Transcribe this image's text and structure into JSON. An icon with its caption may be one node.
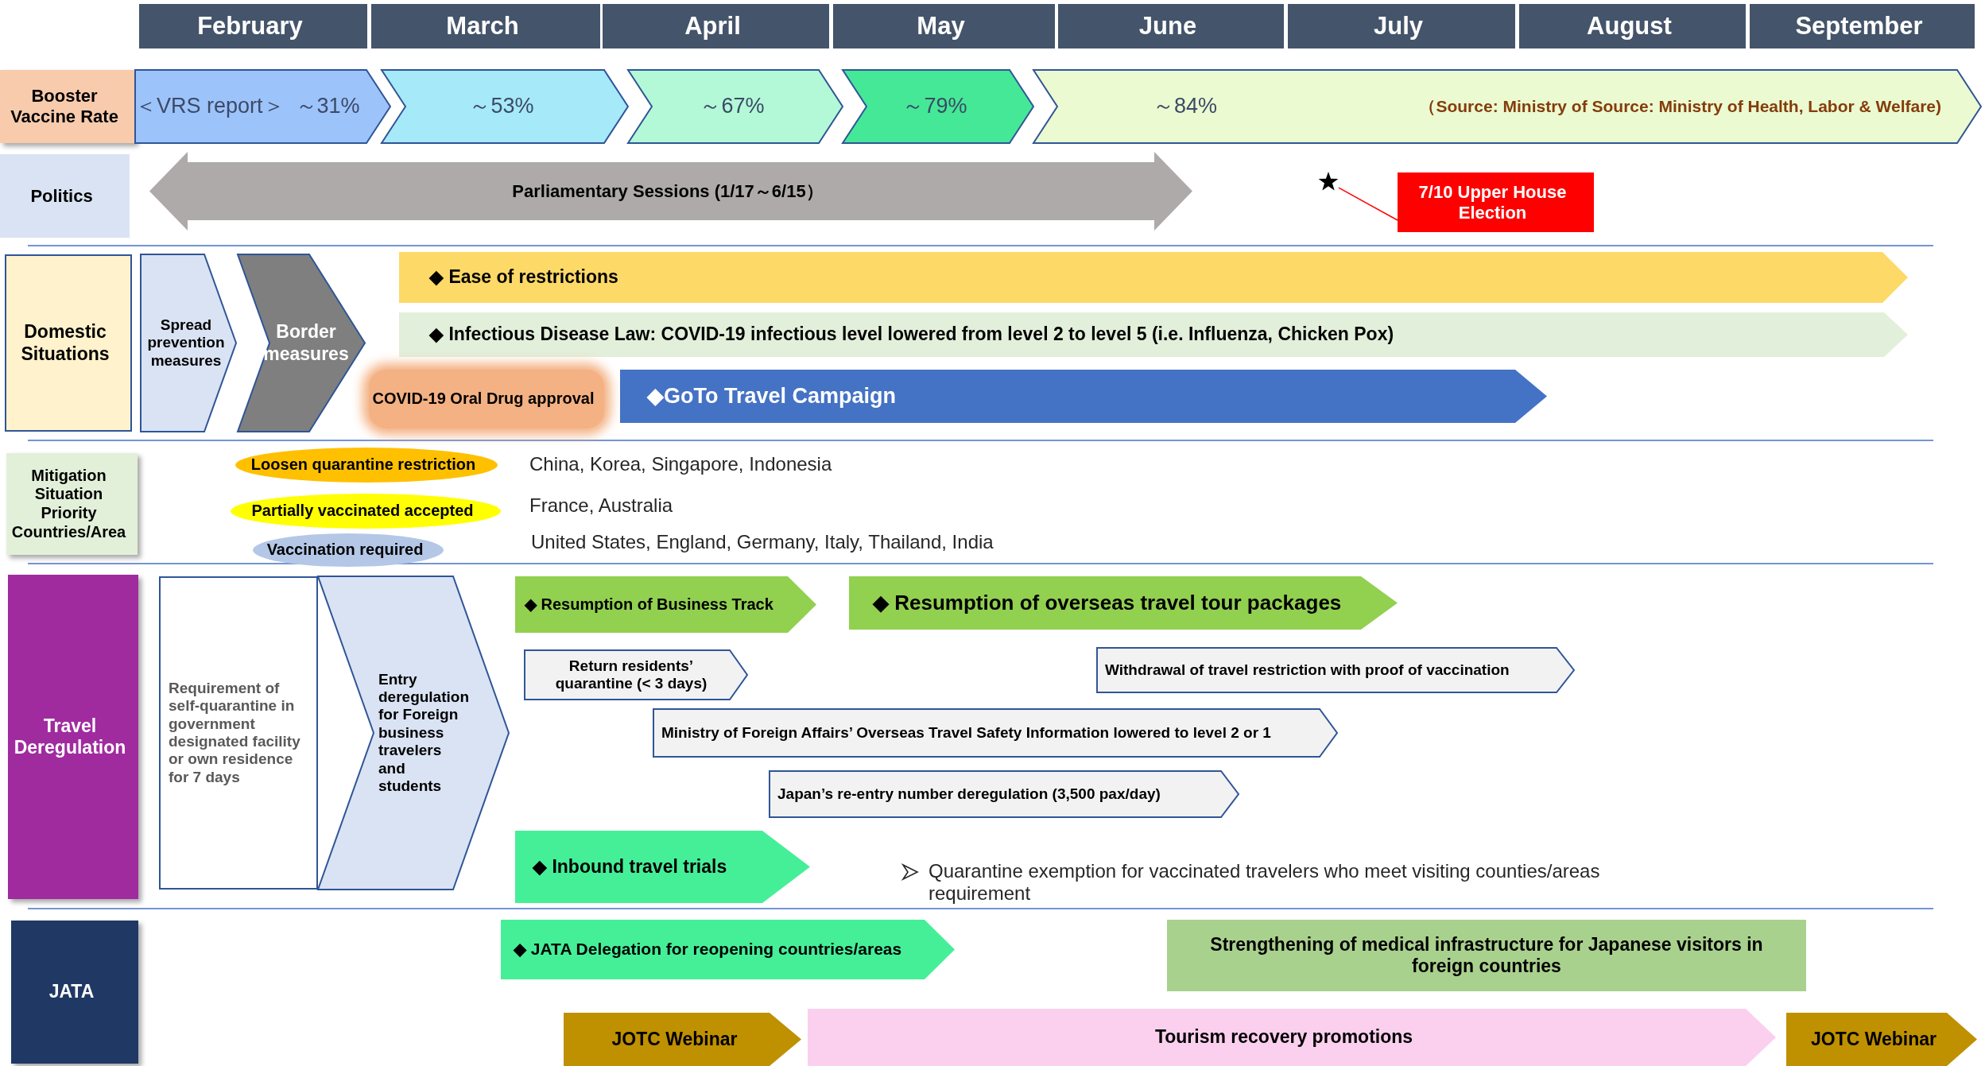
{
  "diagram": {
    "nodes": [
      {
        "text": [
          "February"
        ]
      },
      {
        "text": [
          "March"
        ]
      },
      {
        "text": [
          "April"
        ]
      },
      {
        "text": [
          "May"
        ]
      },
      {
        "text": [
          "June"
        ]
      },
      {
        "text": [
          "July"
        ]
      },
      {
        "text": [
          "August"
        ]
      },
      {
        "text": [
          "September"
        ]
      },
      {
        "text": [
          "Booster Vaccine Rate"
        ]
      },
      {
        "text": [
          "＜VRS report＞",
          "～31%"
        ]
      },
      {
        "text": [
          "～53%"
        ]
      },
      {
        "text": [
          "～67%"
        ]
      },
      {
        "text": [
          "～79%"
        ]
      },
      {
        "text": [
          "～84%",
          "（Source: Ministry of Source: Ministry of Health, Labor & Welfare)"
        ]
      },
      {
        "text": [
          "Politics"
        ]
      },
      {
        "text": [
          "Parliamentary Sessions (1/17～6/15）"
        ]
      },
      {
        "text": [],
        "shape": "star"
      },
      {
        "text": [
          "7/10 Upper House Election"
        ]
      },
      {
        "text": [
          "Domestic Situations"
        ]
      },
      {
        "text": [
          "Spread prevention measures"
        ]
      },
      {
        "text": [
          "Border measures"
        ]
      },
      {
        "text": [
          "COVID-19 Oral Drug approval"
        ]
      },
      {
        "text": [
          "◆ Ease of restrictions"
        ]
      },
      {
        "text": [
          "◆ Infectious Disease Law: COVID-19 infectious level lowered from level 2 to level 5 (i.e. Influenza, Chicken Pox)"
        ]
      },
      {
        "text": [
          "◆GoTo Travel Campaign"
        ]
      },
      {
        "text": [
          "Mitigation Situation Priority Countries/Area"
        ]
      },
      {
        "text": [
          "Loosen quarantine restriction"
        ]
      },
      {
        "text": [
          "Partially vaccinated accepted"
        ]
      },
      {
        "text": [
          "Vaccination required"
        ]
      },
      {
        "text": [
          "Travel Deregulation"
        ]
      },
      {
        "text": [
          "Requirement of self-quarantine in government designated facility or own residence for 7 days"
        ]
      },
      {
        "text": [
          "Entry deregulation for Foreign business travelers and students"
        ]
      },
      {
        "text": [
          "◆ Resumption of Business Track"
        ]
      },
      {
        "text": [
          "◆ Resumption of overseas travel tour packages"
        ]
      },
      {
        "text": [
          "Return residents’ quarantine (< 3 days)"
        ]
      },
      {
        "text": [
          "Withdrawal of travel restriction with proof of vaccination"
        ]
      },
      {
        "text": [
          "Ministry of Foreign Affairs’ Overseas Travel Safety Information lowered to level 2 or 1"
        ]
      },
      {
        "text": [
          "Japan’s re-entry number deregulation (3,500 pax/day)"
        ]
      },
      {
        "text": [
          "◆ Inbound travel trials"
        ]
      },
      {
        "text": [
          "JATA"
        ]
      },
      {
        "text": [
          "◆ JATA Delegation for reopening countries/areas"
        ]
      },
      {
        "text": [
          "Strengthening of medical infrastructure for Japanese visitors in foreign countries"
        ]
      },
      {
        "text": [
          "JOTC Webinar"
        ]
      },
      {
        "text": [
          "Tourism recovery promotions"
        ]
      },
      {
        "text": [
          "JOTC Webinar"
        ]
      }
    ],
    "edges": [
      {
        "from": 17,
        "to": 16,
        "arrow": "none",
        "color": "#ff0000"
      }
    ],
    "labels": [
      "China, Korea, Singapore, Indonesia",
      "France, Australia",
      "United States, England, Germany, Italy, Thailand, India",
      "Quarantine exemption for vaccinated travelers who meet visiting counties/areas requirement"
    ]
  }
}
